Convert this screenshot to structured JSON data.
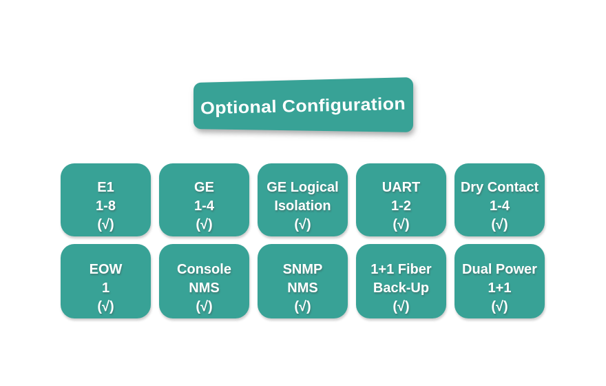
{
  "palette": {
    "teal": "#38A296",
    "text_white": "#FFFFFF",
    "background": "#FFFFFF"
  },
  "banner": {
    "title": "Optional Configuration"
  },
  "grid": {
    "rows": [
      {
        "boxes": [
          {
            "id": "e1",
            "lines": [
              "E1",
              "1-8",
              "(√)"
            ]
          },
          {
            "id": "ge",
            "lines": [
              "GE",
              "1-4",
              "(√)"
            ]
          },
          {
            "id": "ge-logical-isolation",
            "lines": [
              "GE Logical",
              "Isolation",
              "(√)"
            ]
          },
          {
            "id": "uart",
            "lines": [
              "UART",
              "1-2",
              "(√)"
            ]
          },
          {
            "id": "dry-contact",
            "lines": [
              "Dry Contact",
              "1-4",
              "(√)"
            ]
          }
        ]
      },
      {
        "boxes": [
          {
            "id": "eow",
            "lines": [
              "EOW",
              "1",
              "(√)"
            ]
          },
          {
            "id": "console-nms",
            "lines": [
              "Console",
              "NMS",
              "(√)"
            ]
          },
          {
            "id": "snmp-nms",
            "lines": [
              "SNMP",
              "NMS",
              "(√)"
            ]
          },
          {
            "id": "fiber-backup",
            "lines": [
              "1+1 Fiber",
              "Back-Up",
              "(√)"
            ]
          },
          {
            "id": "dual-power",
            "lines": [
              "Dual Power",
              "1+1",
              "(√)"
            ]
          }
        ]
      }
    ]
  }
}
